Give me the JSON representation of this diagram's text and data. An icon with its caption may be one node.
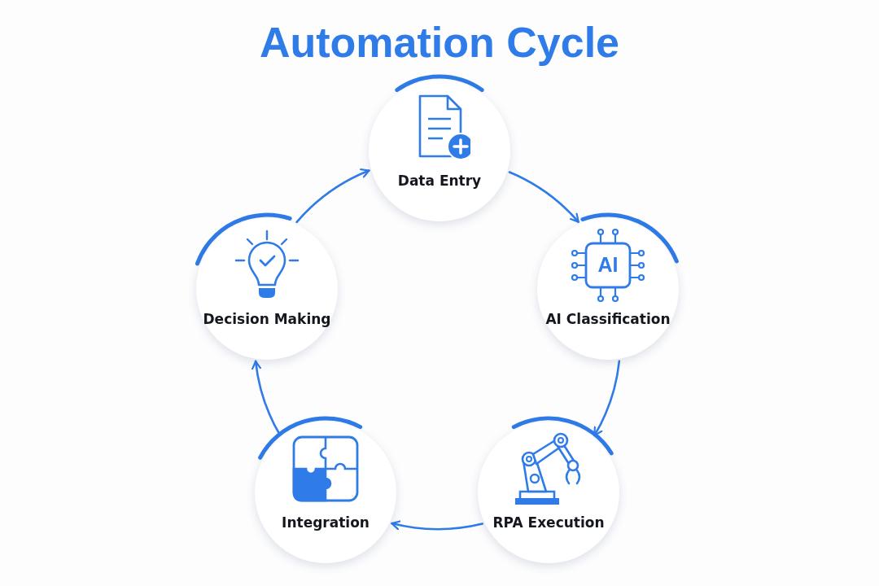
{
  "diagram": {
    "title": "Automation Cycle",
    "nodes": [
      {
        "text": [
          "Data Entry"
        ]
      },
      {
        "text": [
          "Decision Making"
        ]
      },
      {
        "text": [
          "AI Classification"
        ]
      },
      {
        "text": [
          "Integration"
        ]
      },
      {
        "text": [
          "RPA Execution"
        ]
      }
    ],
    "edges": [
      {
        "from": 0,
        "to": 2,
        "arrow": "to"
      },
      {
        "from": 2,
        "to": 4,
        "arrow": "to"
      },
      {
        "from": 4,
        "to": 3,
        "arrow": "to"
      },
      {
        "from": 3,
        "to": 1,
        "arrow": "to"
      },
      {
        "from": 1,
        "to": 0,
        "arrow": "to"
      }
    ],
    "labels": [
      "AI"
    ]
  }
}
